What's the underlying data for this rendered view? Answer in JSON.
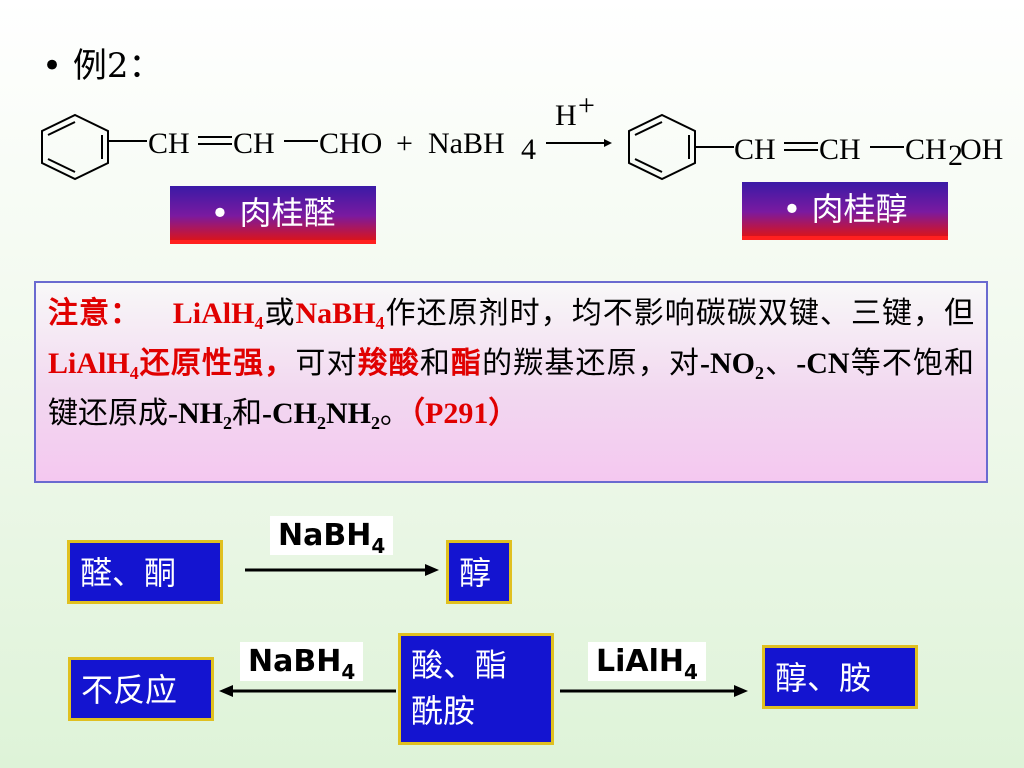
{
  "heading": "• 例2：",
  "reaction": {
    "reactant": [
      "CH",
      "CH",
      "CHO"
    ],
    "plus": "+",
    "reagent": "NaBH",
    "reagent_sub": "4",
    "catalyst": "H",
    "catalyst_sup": "+",
    "product": [
      "CH",
      "CH",
      "CH"
    ],
    "product_sub": "2",
    "product_tail": "OH"
  },
  "labels": {
    "left": "• 肉桂醛",
    "right": "• 肉桂醇"
  },
  "note": {
    "p1": "注意：",
    "p2": "LiAlH",
    "p2sub": "4",
    "p3": "或",
    "p4": "NaBH",
    "p4sub": "4",
    "p5": "作还原剂时，均不影响碳碳双键、三键，但",
    "p6": "LiAlH",
    "p6sub": "4",
    "p7": "还原性强，",
    "p8": "可对",
    "p9": "羧酸",
    "p10": "和",
    "p11": "酯",
    "p12": "的羰基还原，对",
    "p13": "-NO",
    "p13sub": "2",
    "p14": "、",
    "p15": "-CN",
    "p16": "等不饱和键还原成",
    "p17": "-NH",
    "p17sub": "2",
    "p18": "和",
    "p19": "-CH",
    "p19sub": "2",
    "p20": "NH",
    "p20sub": "2",
    "p21": "。",
    "p22": "（P291）"
  },
  "scheme": {
    "box1": "醛、酮",
    "reagent1": "NaBH",
    "reagent1_sub": "4",
    "box2": "醇",
    "box3": "不反应",
    "reagent2": "NaBH",
    "reagent2_sub": "4",
    "box4_line1": "酸、酯",
    "box4_line2": "酰胺",
    "reagent3": "LiAlH",
    "reagent3_sub": "4",
    "box5": "醇、胺"
  }
}
